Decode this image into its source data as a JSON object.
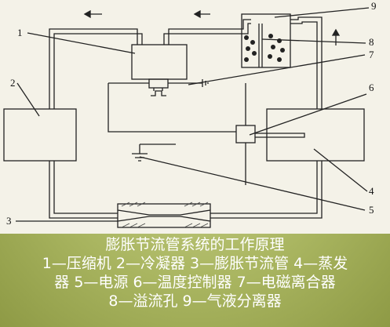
{
  "figure": {
    "callouts": [
      "1",
      "2",
      "3",
      "4",
      "5",
      "6",
      "7",
      "8",
      "9"
    ]
  },
  "caption": {
    "title": "膨胀节流管系统的工作原理",
    "line1": "1—压缩机 2—冷凝器 3—膨胀节流管 4—蒸发",
    "line2": "器 5—电源 6—温度控制器 7—电磁离合器",
    "line3": "8—溢流孔 9—气液分离器"
  }
}
